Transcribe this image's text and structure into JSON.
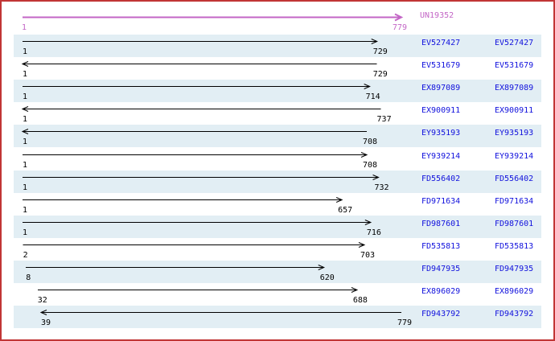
{
  "colors": {
    "border_red": "#c13535",
    "band_blue": "#e2eef4",
    "link_blue": "#1111dd",
    "reference_magenta": "#c366c6",
    "arrow_black": "#000000",
    "background": "#ffffff"
  },
  "chart_data": {
    "type": "bar",
    "subtype": "horizontal-interval-alignment",
    "title": "",
    "xlabel": "",
    "ylabel": "",
    "xlim": [
      1,
      779
    ],
    "grid": false,
    "legend": "none",
    "reference": {
      "name": "UN19352",
      "start": 1,
      "end": 779,
      "strand": "forward"
    },
    "rows": [
      {
        "label": "EV527427",
        "start": 1,
        "end": 729,
        "strand": "forward"
      },
      {
        "label": "EV531679",
        "start": 1,
        "end": 729,
        "strand": "reverse"
      },
      {
        "label": "EX897089",
        "start": 1,
        "end": 714,
        "strand": "forward"
      },
      {
        "label": "EX900911",
        "start": 1,
        "end": 737,
        "strand": "reverse"
      },
      {
        "label": "EY935193",
        "start": 1,
        "end": 708,
        "strand": "reverse"
      },
      {
        "label": "EY939214",
        "start": 1,
        "end": 708,
        "strand": "forward"
      },
      {
        "label": "FD556402",
        "start": 1,
        "end": 732,
        "strand": "forward"
      },
      {
        "label": "FD971634",
        "start": 1,
        "end": 657,
        "strand": "forward"
      },
      {
        "label": "FD987601",
        "start": 1,
        "end": 716,
        "strand": "forward"
      },
      {
        "label": "FD535813",
        "start": 2,
        "end": 703,
        "strand": "forward"
      },
      {
        "label": "FD947935",
        "start": 8,
        "end": 620,
        "strand": "forward"
      },
      {
        "label": "EX896029",
        "start": 32,
        "end": 688,
        "strand": "forward"
      },
      {
        "label": "FD943792",
        "start": 39,
        "end": 779,
        "strand": "reverse"
      }
    ]
  }
}
